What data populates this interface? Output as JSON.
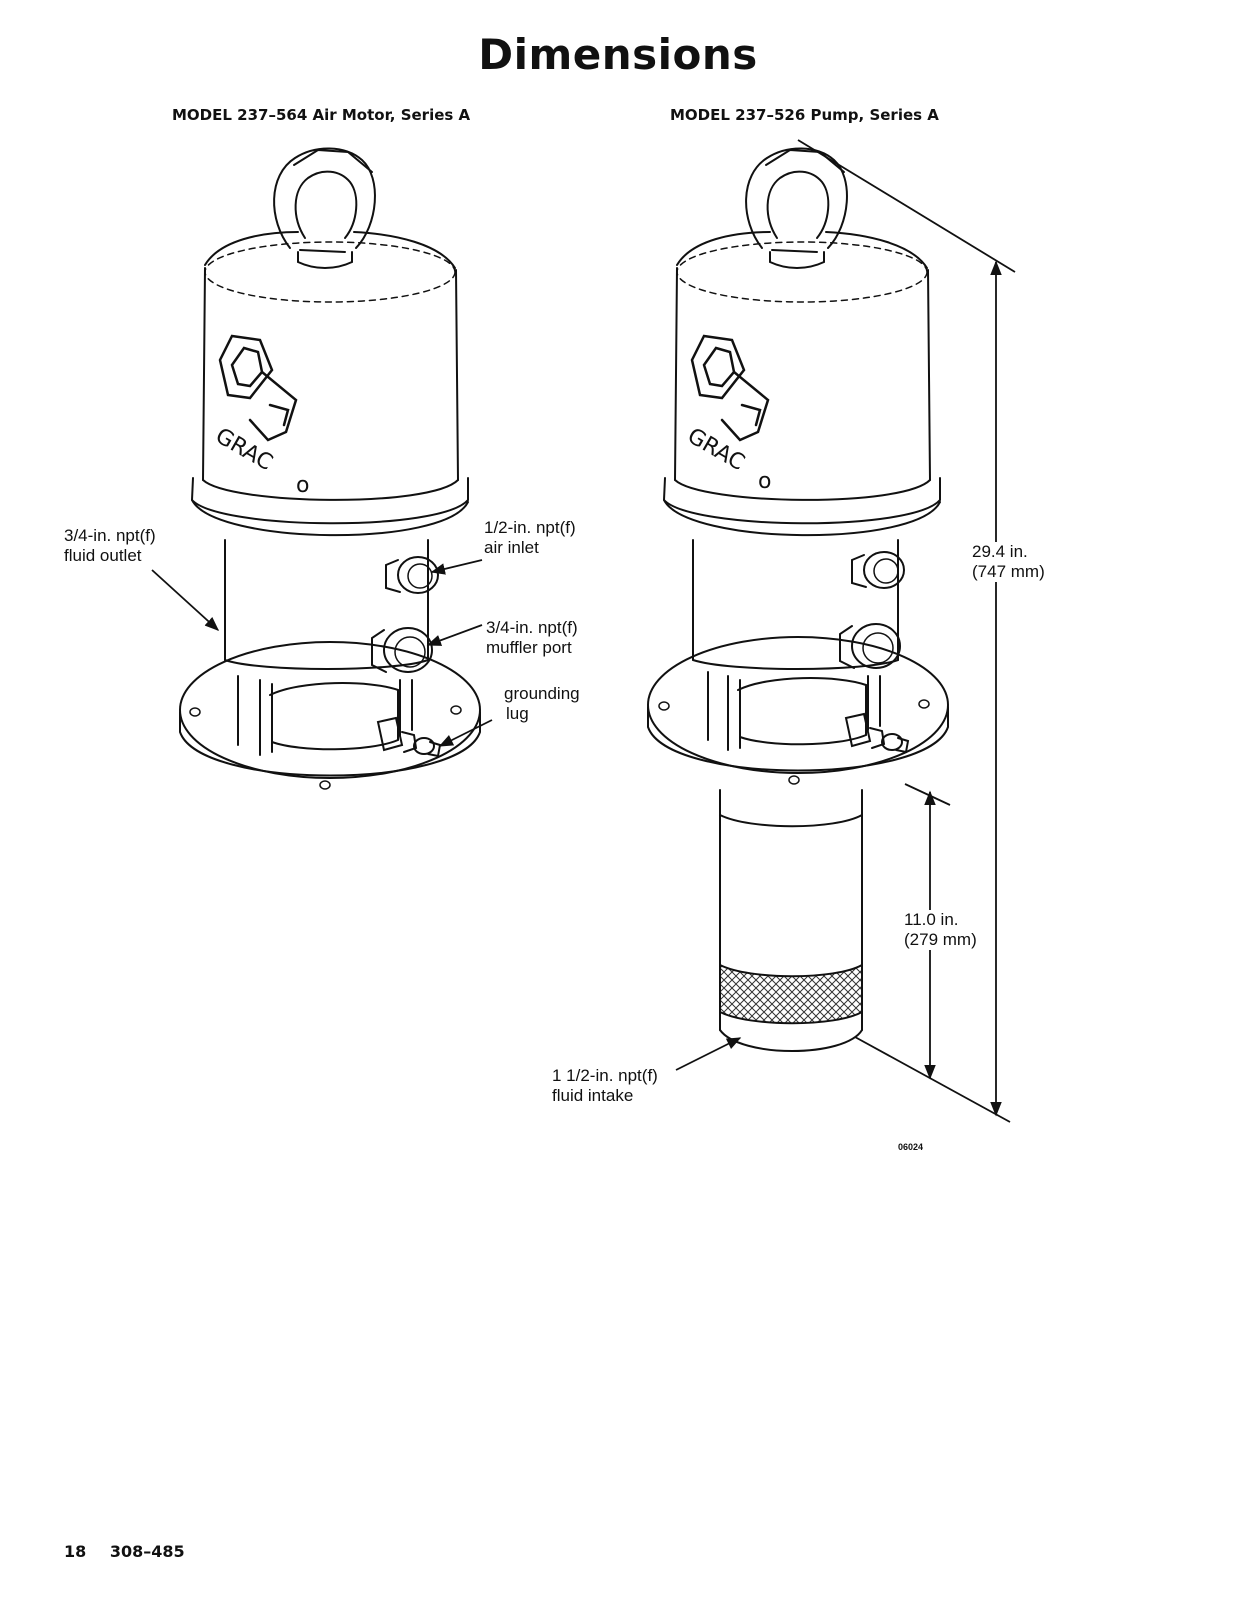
{
  "page": {
    "title": "Dimensions"
  },
  "figures": {
    "air_motor": {
      "caption": "MODEL 237–564 Air Motor, Series A",
      "callouts": {
        "fluid_outlet": [
          "3/4-in. npt(f)",
          "fluid outlet"
        ],
        "air_inlet": [
          "1/2-in. npt(f)",
          "air inlet"
        ],
        "muffler_port": [
          "3/4-in. npt(f)",
          "muffler port"
        ],
        "grounding_lug": [
          "grounding",
          "lug"
        ]
      }
    },
    "pump": {
      "caption": "MODEL 237–526 Pump, Series A",
      "dimensions": {
        "overall_height": [
          "29.4 in.",
          "(747 mm)"
        ],
        "lower_height": [
          "11.0 in.",
          "(279 mm)"
        ]
      },
      "callouts": {
        "fluid_intake": [
          "1 1/2-in. npt(f)",
          "fluid intake"
        ]
      },
      "figure_code": "06024"
    }
  },
  "footer": {
    "page_number": "18",
    "doc_number": "308–485"
  }
}
